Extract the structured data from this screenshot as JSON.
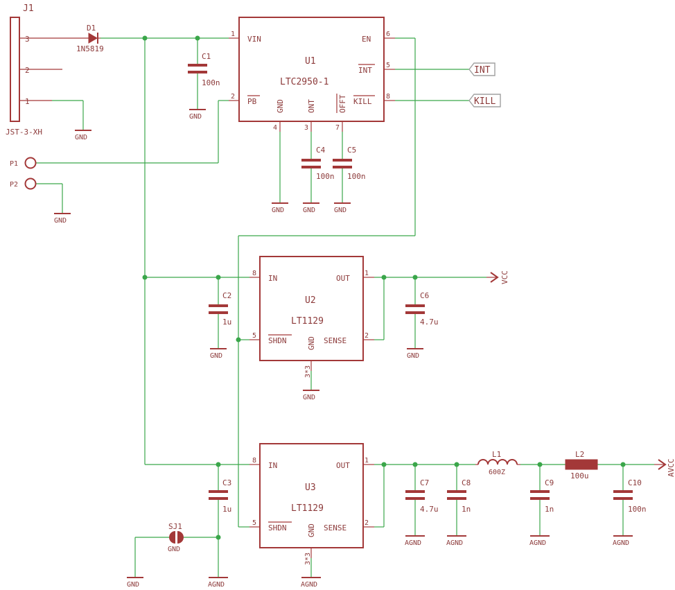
{
  "connector": {
    "ref": "J1",
    "name": "JST-3-XH",
    "pins": [
      "3",
      "2",
      "1"
    ]
  },
  "diode": {
    "ref": "D1",
    "value": "1N5819"
  },
  "u1": {
    "ref": "U1",
    "value": "LTC2950-1",
    "pins": {
      "vin": "VIN",
      "vin_num": "1",
      "pb": "PB",
      "pb_num": "2",
      "gnd": "GND",
      "gnd_num": "4",
      "ont": "ONT",
      "ont_num": "3",
      "offt": "OFFT",
      "offt_num": "7",
      "en": "EN",
      "en_num": "6",
      "int": "INT",
      "int_num": "5",
      "kill": "KILL",
      "kill_num": "8"
    }
  },
  "u2": {
    "ref": "U2",
    "value": "LT1129",
    "pins": {
      "in": "IN",
      "in_num": "8",
      "shdn": "SHDN",
      "shdn_num": "5",
      "gnd": "GND",
      "gnd_num": "3*3",
      "out": "OUT",
      "out_num": "1",
      "sense": "SENSE",
      "sense_num": "2"
    }
  },
  "u3": {
    "ref": "U3",
    "value": "LT1129",
    "pins": {
      "in": "IN",
      "in_num": "8",
      "shdn": "SHDN",
      "shdn_num": "5",
      "gnd": "GND",
      "gnd_num": "3*3",
      "out": "OUT",
      "out_num": "1",
      "sense": "SENSE",
      "sense_num": "2"
    }
  },
  "caps": {
    "c1": {
      "ref": "C1",
      "value": "100n"
    },
    "c2": {
      "ref": "C2",
      "value": "1u"
    },
    "c3": {
      "ref": "C3",
      "value": "1u"
    },
    "c4": {
      "ref": "C4",
      "value": "100n"
    },
    "c5": {
      "ref": "C5",
      "value": "100n"
    },
    "c6": {
      "ref": "C6",
      "value": "4.7u"
    },
    "c7": {
      "ref": "C7",
      "value": "4.7u"
    },
    "c8": {
      "ref": "C8",
      "value": "1n"
    },
    "c9": {
      "ref": "C9",
      "value": "1n"
    },
    "c10": {
      "ref": "C10",
      "value": "100n"
    }
  },
  "inductors": {
    "l1": {
      "ref": "L1",
      "value": "600Z"
    },
    "l2": {
      "ref": "L2",
      "value": "100u"
    }
  },
  "pads": {
    "p1": "P1",
    "p2": "P2"
  },
  "jumper": {
    "ref": "SJ1",
    "value": "GND"
  },
  "nets": {
    "gnd": "GND",
    "agnd": "AGND",
    "vcc": "VCC",
    "avcc": "AVCC",
    "int": "INT",
    "kill": "KILL"
  },
  "colors": {
    "wire": "#3aa64a",
    "part": "#a33838",
    "text": "#8c3a3a",
    "flag": "#a0a0a0"
  }
}
